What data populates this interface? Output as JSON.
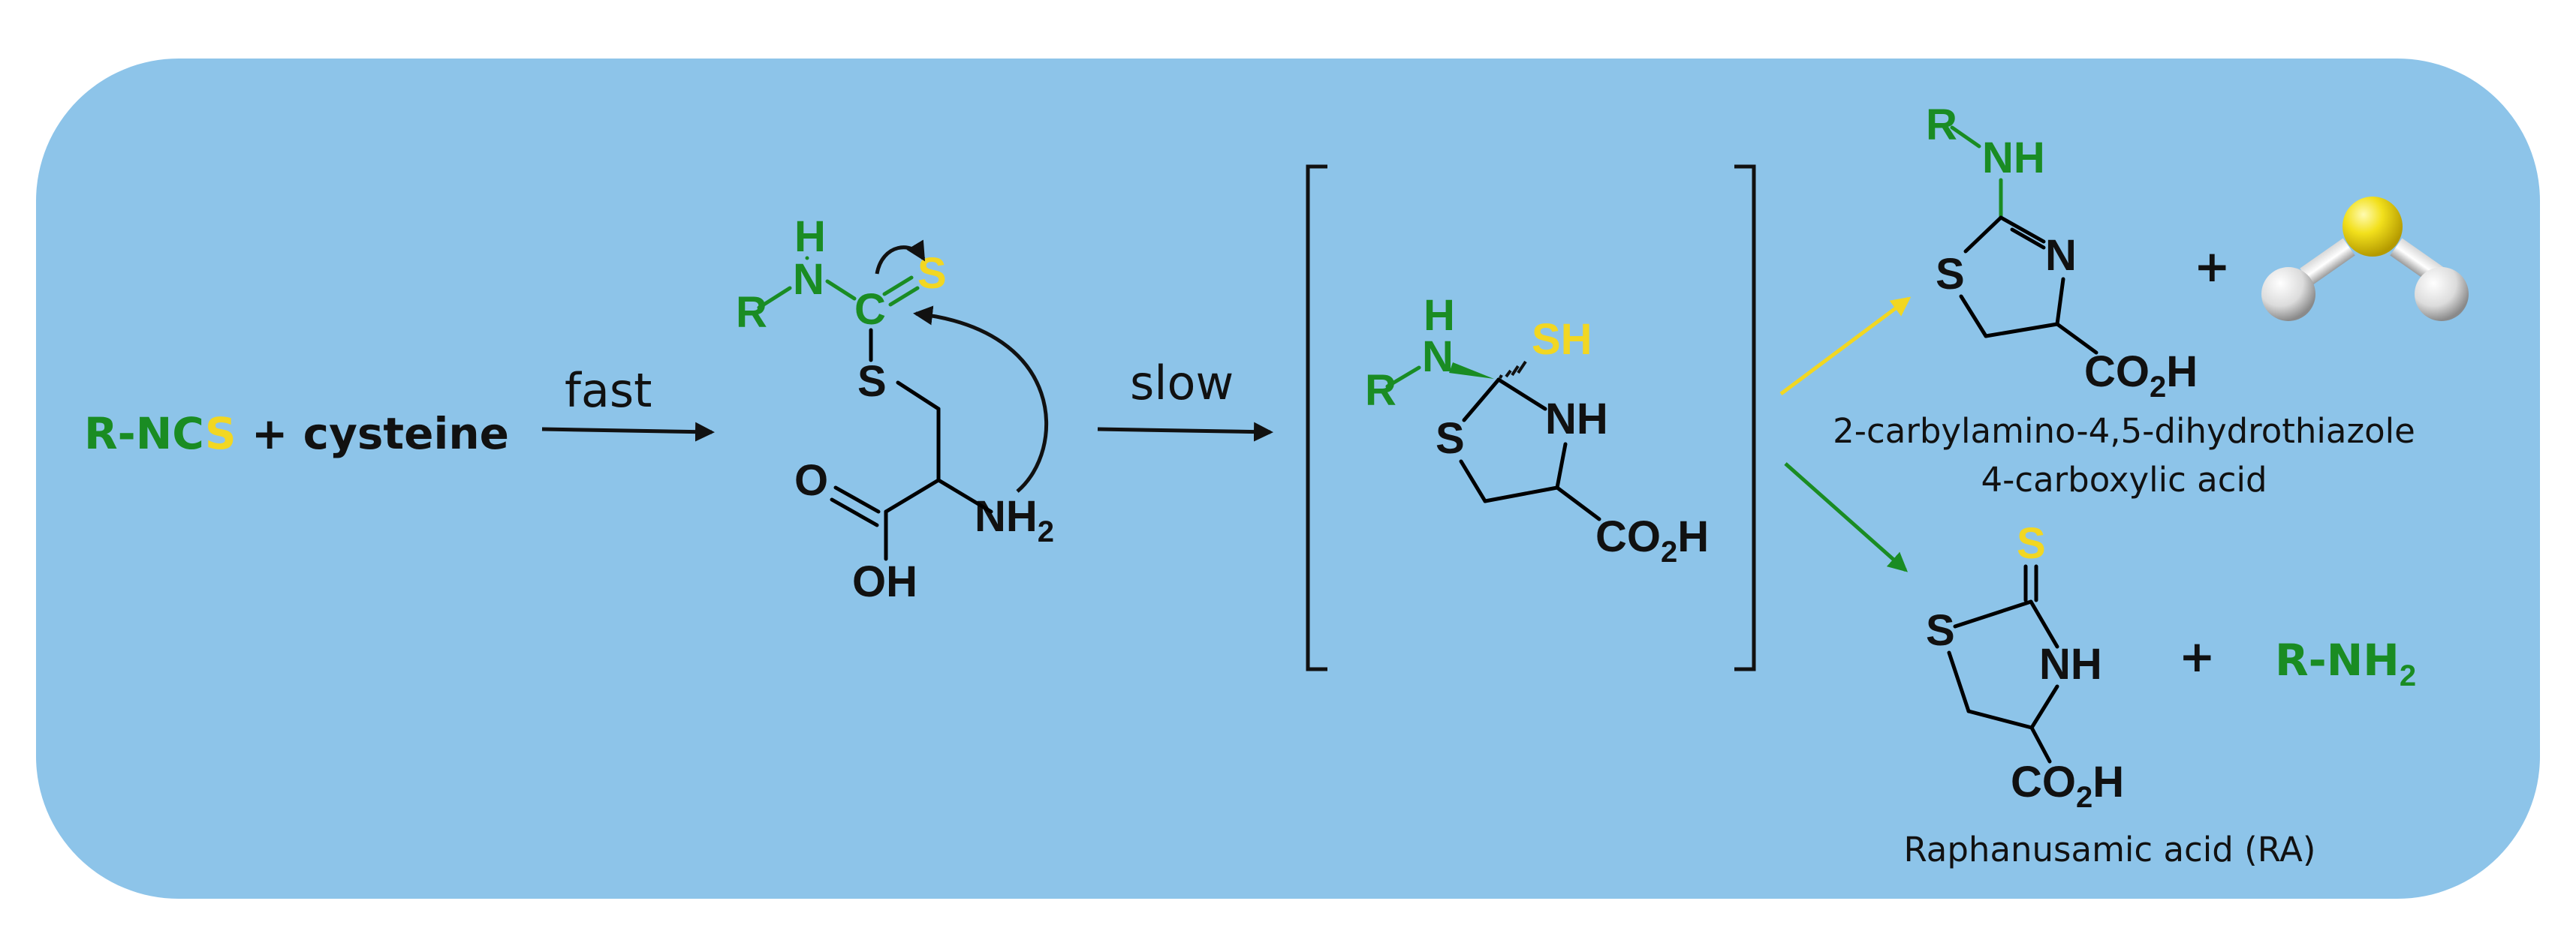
{
  "colors": {
    "panel": "#8dc4e9",
    "green": "#1a8c23",
    "yellow": "#f2d722",
    "black": "#111111"
  },
  "reactants": {
    "part1": "R-NC",
    "part2": "S",
    "part3": " + cysteine"
  },
  "arrows": {
    "fast": "fast",
    "slow": "slow"
  },
  "intermediate1": {
    "h": "H",
    "n": "N",
    "r": "R",
    "c": "C",
    "s_thione": "S",
    "s_thioether": "S",
    "o": "O",
    "oh": "OH",
    "nh2": "NH",
    "nh2_sub": "2"
  },
  "intermediate2": {
    "h": "H",
    "n": "N",
    "r": "R",
    "sh": "SH",
    "s_ring": "S",
    "nh_ring": "NH",
    "co2h": "CO",
    "co2h_sub": "2",
    "co2h_tail": "H"
  },
  "product_top": {
    "r": "R",
    "nh": "NH",
    "s": "S",
    "n": "N",
    "co2h": "CO",
    "co2h_sub": "2",
    "co2h_tail": "H",
    "plus": "+",
    "name_line1": "2-carbylamino-4,5-dihydrothiazole",
    "name_line2": "4-carboxylic acid",
    "molecule_icon": "h2s-ball-and-stick-icon"
  },
  "product_bottom": {
    "s_thione": "S",
    "s_ring": "S",
    "nh": "NH",
    "co2h": "CO",
    "co2h_sub": "2",
    "co2h_tail": "H",
    "plus": "+",
    "amine": "R-NH",
    "amine_sub": "2",
    "name": "Raphanusamic acid (RA)"
  }
}
